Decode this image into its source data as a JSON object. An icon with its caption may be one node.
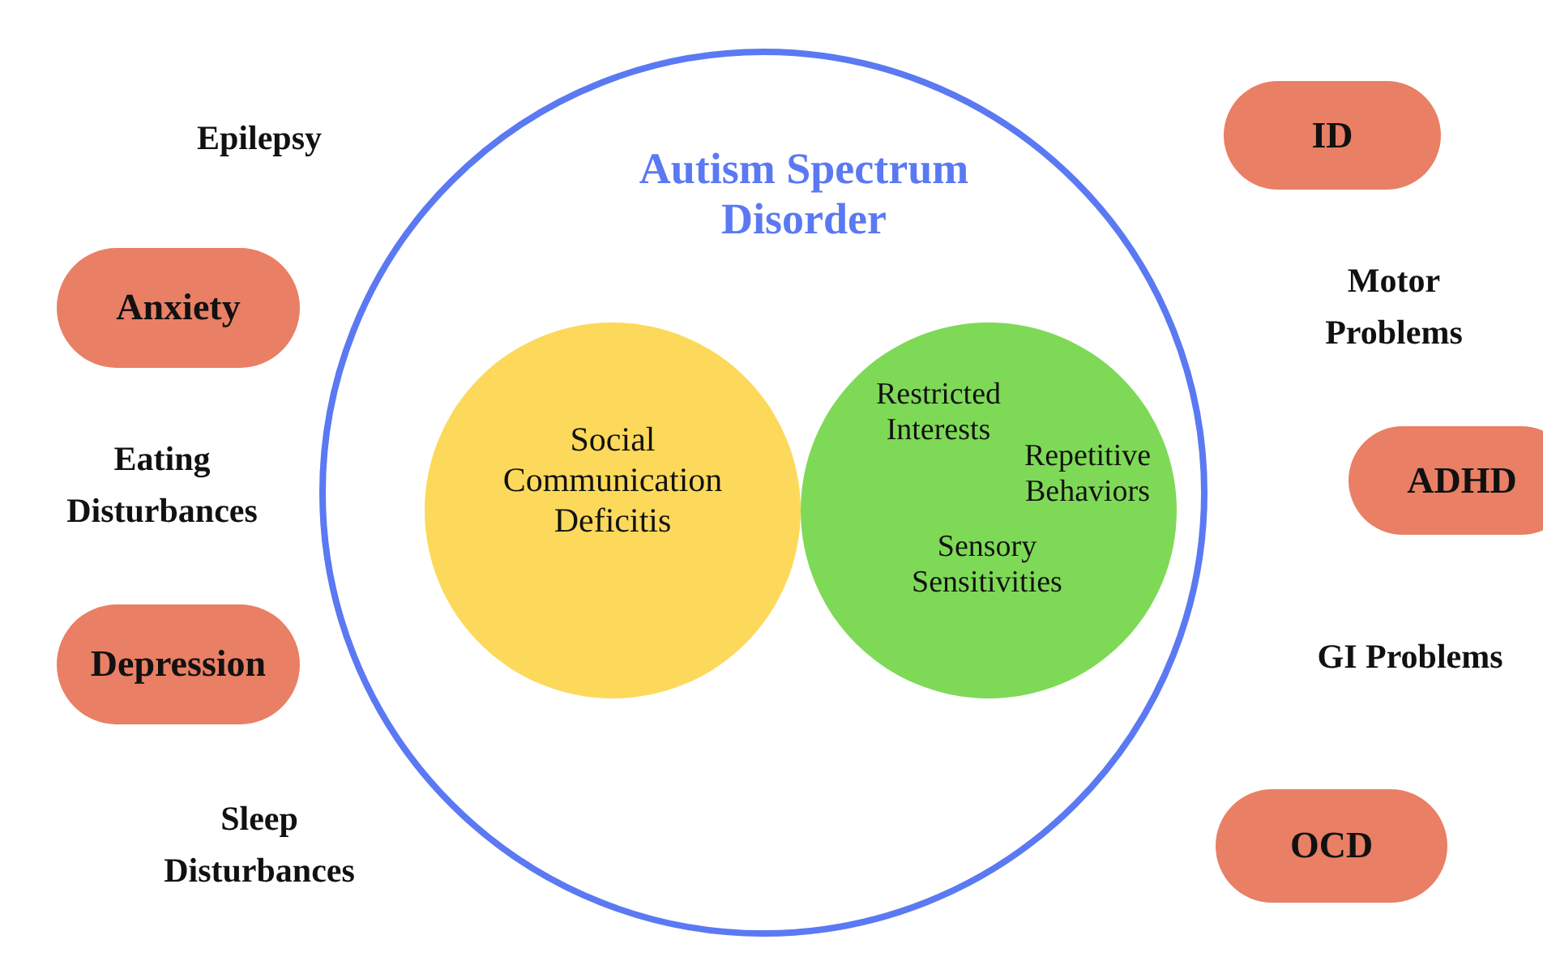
{
  "diagram": {
    "nodes": [
      {
        "text": [
          "Autism Spectrum Disorder"
        ]
      },
      {
        "text": [
          "Social Communication Deficitis"
        ],
        "in": 0
      },
      {
        "text": [
          "Restricted Interests",
          "Repetitive Behaviors",
          "Sensory Sensitivities"
        ],
        "in": 0
      },
      {
        "text": [
          "ID"
        ]
      },
      {
        "text": [
          "Anxiety"
        ]
      },
      {
        "text": [
          "ADHD"
        ]
      },
      {
        "text": [
          "Depression"
        ]
      },
      {
        "text": [
          "OCD"
        ]
      }
    ],
    "edges": [],
    "labels": [
      "Epilepsy",
      "Motor Problems",
      "Eating Disturbances",
      "GI Problems",
      "Sleep Disturbances"
    ]
  }
}
